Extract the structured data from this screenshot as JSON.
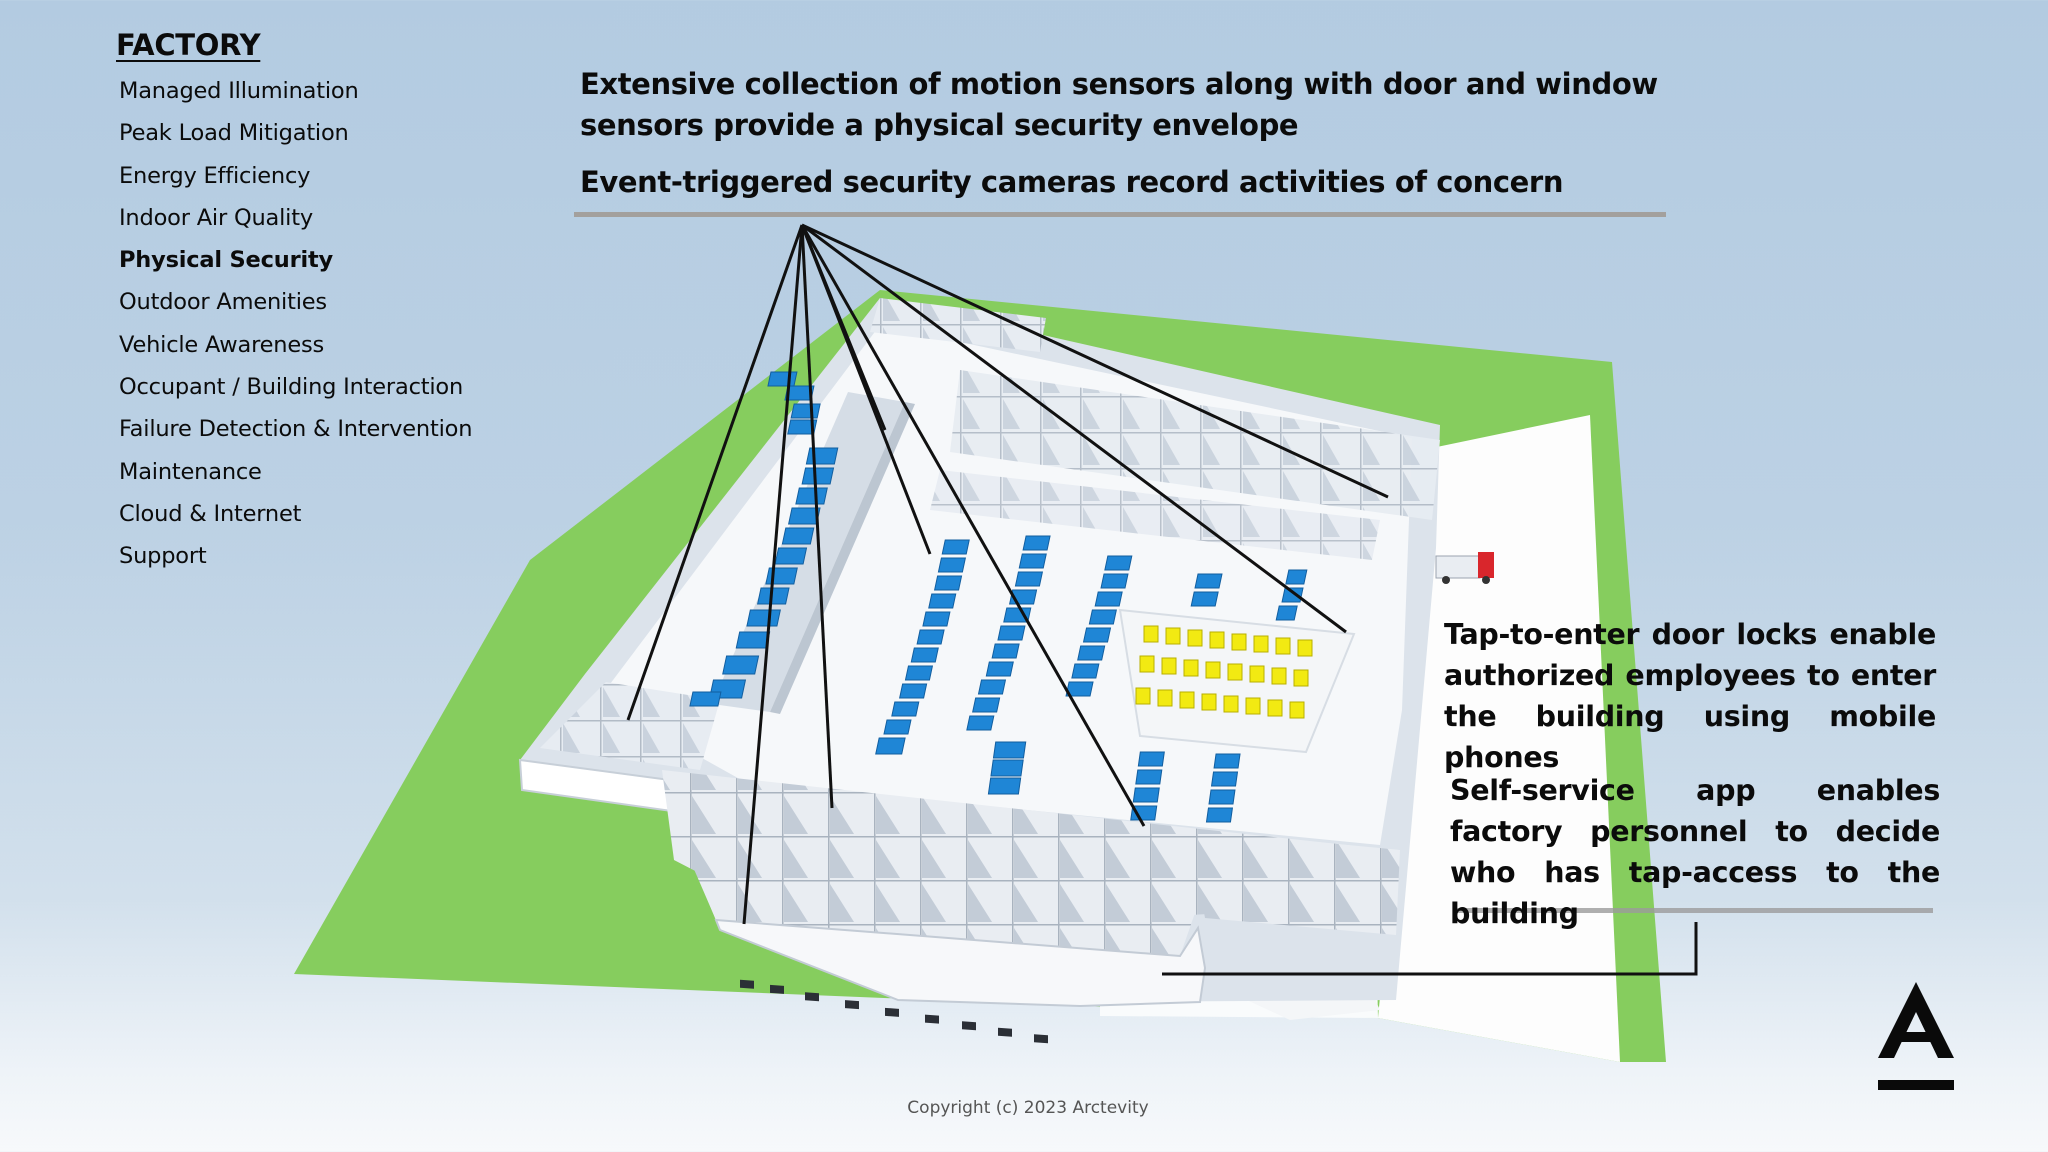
{
  "sidebar": {
    "title": "FACTORY",
    "items": [
      {
        "label": "Managed Illumination",
        "active": false
      },
      {
        "label": "Peak Load Mitigation",
        "active": false
      },
      {
        "label": "Energy Efficiency",
        "active": false
      },
      {
        "label": "Indoor Air Quality",
        "active": false
      },
      {
        "label": "Physical Security",
        "active": true
      },
      {
        "label": "Outdoor Amenities",
        "active": false
      },
      {
        "label": "Vehicle Awareness",
        "active": false
      },
      {
        "label": "Occupant / Building Interaction",
        "active": false
      },
      {
        "label": "Failure Detection & Intervention",
        "active": false
      },
      {
        "label": "Maintenance",
        "active": false
      },
      {
        "label": "Cloud & Internet",
        "active": false
      },
      {
        "label": "Support",
        "active": false
      }
    ]
  },
  "callouts": {
    "motion_sensors": "Extensive collection of motion sensors along with door and window sensors provide a physical security envelope",
    "cameras": "Event-triggered security cameras record activities of concern",
    "door_locks": "Tap-to-enter door locks enable authorized employees to enter the building using mobile phones",
    "self_service": "Self-service app enables factory personnel to decide who has tap-access to the building"
  },
  "footer": {
    "copyright": "Copyright (c) 2023 Arctevity"
  },
  "colors": {
    "grass": "#86cd5e",
    "wall": "#eef2f7",
    "equipment_blue": "#1f86d6",
    "equipment_yellow": "#f2ea12",
    "truck": "#d9262c"
  },
  "icons": {
    "logo": "arctevity-logo"
  }
}
